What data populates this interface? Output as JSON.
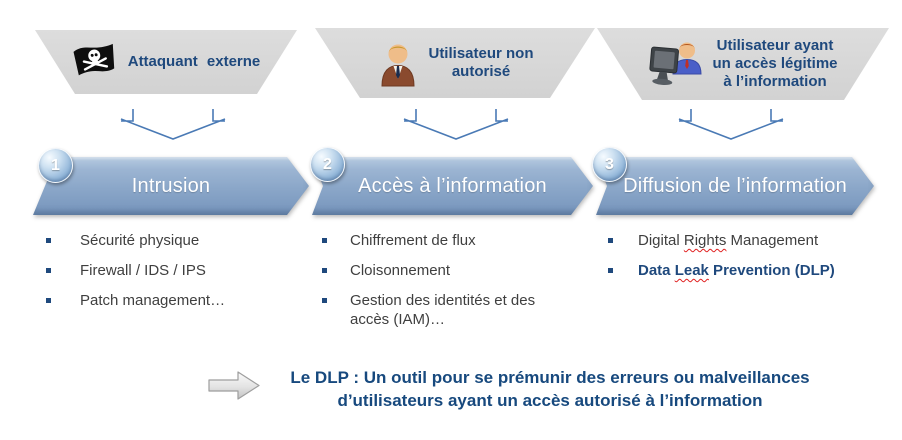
{
  "slide": {
    "actors": [
      {
        "icon": "pirate-flag-icon",
        "label_lines": [
          "Attaquant externe"
        ]
      },
      {
        "icon": "unauthorized-user-icon",
        "label_lines": [
          "Utilisateur non",
          "autorisé"
        ]
      },
      {
        "icon": "legitimate-user-icon",
        "label_lines": [
          "Utilisateur ayant",
          "un accès légitime",
          "à l’information"
        ]
      }
    ],
    "phases": [
      {
        "number": "1",
        "title": "Intrusion"
      },
      {
        "number": "2",
        "title": "Accès à l’information"
      },
      {
        "number": "3",
        "title": "Diffusion de l’information"
      }
    ],
    "measures": {
      "col1": [
        "Sécurité physique",
        "Firewall / IDS / IPS",
        "Patch management…"
      ],
      "col2": [
        "Chiffrement de flux",
        "Cloisonnement",
        "Gestion des identités et des accès (IAM)…"
      ],
      "col3": [
        {
          "pre": "Digital ",
          "wavy": "Rights",
          "post": " Management",
          "bold": false
        },
        {
          "pre": "Data ",
          "wavy": "Leak",
          "post": " Prevention (DLP)",
          "bold": true
        }
      ]
    },
    "conclusion": {
      "line1": "Le DLP : Un outil pour se prémunir des erreurs ou malveillances",
      "line2": "d’utilisateurs ayant un accès autorisé à l’information"
    },
    "colors": {
      "heading_navy": "#1F497D",
      "banner_blue": "#87A6C9",
      "trapezoid_gray": "#D9D9D9",
      "bullet_text": "#3F3F3F",
      "squiggle_red": "#E02020"
    }
  }
}
